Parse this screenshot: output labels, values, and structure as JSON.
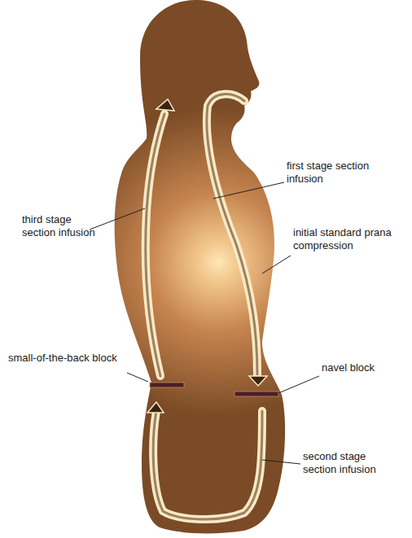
{
  "diagram": {
    "labels": [
      "first stage section infusion",
      "initial standard prana compression",
      "third stage section infusion",
      "small-of-the-back block",
      "navel block",
      "second stage section infusion"
    ]
  }
}
